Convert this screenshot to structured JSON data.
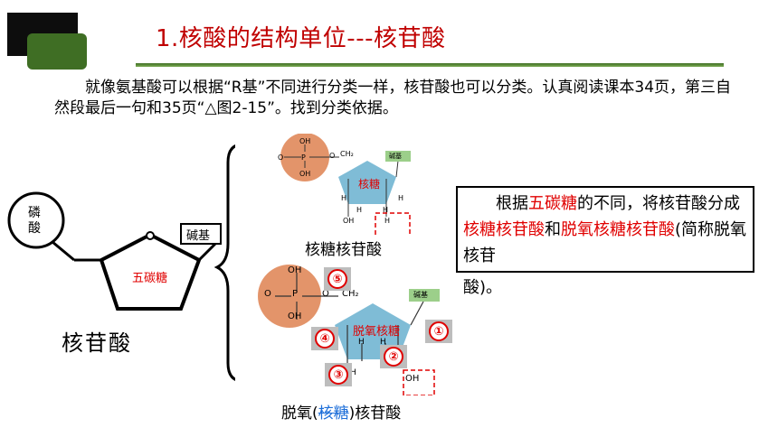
{
  "slide": {
    "title": "1.核酸的结构单位---核苷酸",
    "intro": "就像氨基酸可以根据“R基”不同进行分类一样，核苷酸也可以分类。认真阅读课本34页，第三自然段最后一句和35页“△图2-15”。找到分类依据。"
  },
  "model": {
    "phosphate": "磷酸",
    "base": "碱基",
    "sugar": "五碳糖",
    "caption": "核苷酸"
  },
  "ribo": {
    "caption": "核糖核苷酸",
    "sugar_label": "核糖",
    "base_tag": "碱基",
    "oh1": "OH",
    "oh2": "OH",
    "p": "P",
    "o": "O",
    "ch2": "CH₂",
    "h1": "H",
    "h2": "H",
    "h3": "H",
    "h4": "H",
    "oh_bottom": "OH"
  },
  "deoxy": {
    "caption_prefix": "脱氧(",
    "caption_struck": "核糖",
    "caption_suffix": ")核苷酸",
    "sugar_label": "脱氧核糖",
    "base_tag": "碱基",
    "oh1": "OH",
    "oh2": "OH",
    "p": "P",
    "o": "O",
    "ch2": "CH₂",
    "h1": "H",
    "h2": "H",
    "h3": "H",
    "oh_bottom": "OH",
    "markers": [
      "⑤",
      "④",
      "③",
      "②",
      "①"
    ]
  },
  "explanation": {
    "t1": "根据",
    "t2": "五碳糖",
    "t3": "的不同，将核苷酸分成",
    "t4": "核糖核苷酸",
    "t5": "和",
    "t6": "脱氧核糖核苷酸",
    "t7": "(简称脱氧核苷",
    "tail": "酸)。"
  },
  "colors": {
    "title": "#c00000",
    "highlight": "#e00000",
    "accent_green": "#3f6e24",
    "phosphate_orange": "#e3946a",
    "sugar_blue": "#7fbcd6",
    "strike_blue": "#1e6fd9"
  }
}
